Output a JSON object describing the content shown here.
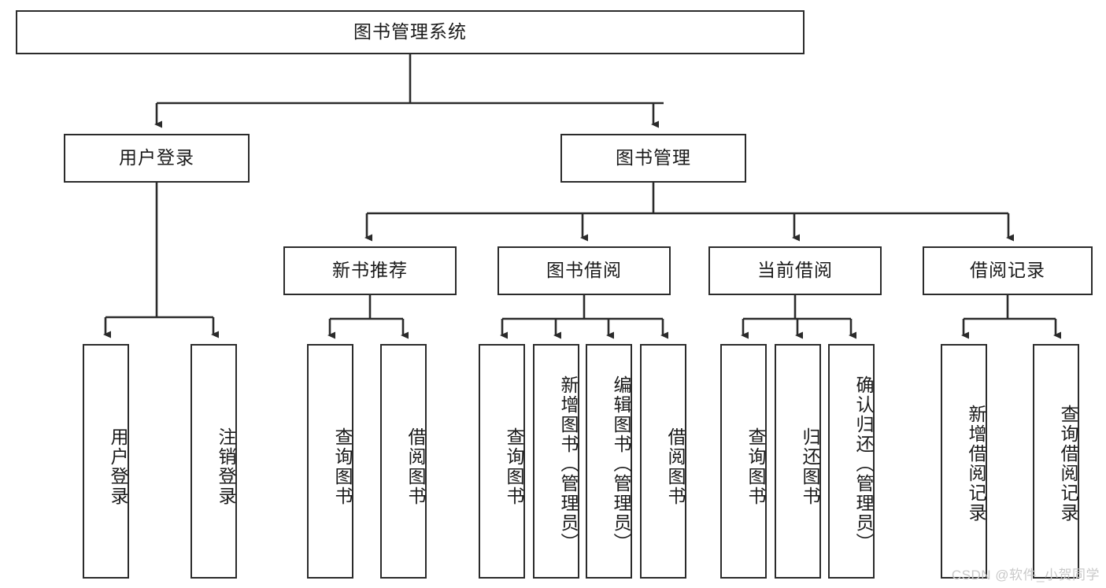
{
  "diagram": {
    "title": "图书管理系统",
    "type": "hierarchy-tree",
    "watermark": "CSDN @软件_小贺同学",
    "colors": {
      "box_border": "#2b2b2b",
      "box_fill": "#ffffff",
      "connector": "#2b2b2b",
      "text": "#1a1a1a",
      "watermark": "#c9c9c9"
    },
    "nodes": {
      "root": {
        "label": "图书管理系统",
        "level": 0,
        "orientation": "horizontal"
      },
      "l1": [
        {
          "id": "user-login",
          "label": "用户登录",
          "orientation": "horizontal"
        },
        {
          "id": "book-management",
          "label": "图书管理",
          "orientation": "horizontal"
        }
      ],
      "l2": [
        {
          "id": "new-book-recommend",
          "label": "新书推荐",
          "orientation": "horizontal"
        },
        {
          "id": "book-borrow",
          "label": "图书借阅",
          "orientation": "horizontal"
        },
        {
          "id": "current-borrow",
          "label": "当前借阅",
          "orientation": "horizontal"
        },
        {
          "id": "borrow-record",
          "label": "借阅记录",
          "orientation": "horizontal"
        }
      ],
      "leaves": [
        {
          "id": "leaf-user-login",
          "label": "用户登录",
          "parent": "user-login",
          "orientation": "vertical"
        },
        {
          "id": "leaf-logout-login",
          "label": "注销登录",
          "parent": "user-login",
          "orientation": "vertical"
        },
        {
          "id": "leaf-query-book-1",
          "label": "查询图书",
          "parent": "new-book-recommend",
          "orientation": "vertical"
        },
        {
          "id": "leaf-borrow-book-1",
          "label": "借阅图书",
          "parent": "new-book-recommend",
          "orientation": "vertical"
        },
        {
          "id": "leaf-query-book-2",
          "label": "查询图书",
          "parent": "book-borrow",
          "orientation": "vertical"
        },
        {
          "id": "leaf-add-book-admin",
          "label": "新增图书（管理员）",
          "parent": "book-borrow",
          "orientation": "vertical"
        },
        {
          "id": "leaf-edit-book-admin",
          "label": "编辑图书（管理员）",
          "parent": "book-borrow",
          "orientation": "vertical"
        },
        {
          "id": "leaf-borrow-book-2",
          "label": "借阅图书",
          "parent": "book-borrow",
          "orientation": "vertical"
        },
        {
          "id": "leaf-query-book-3",
          "label": "查询图书",
          "parent": "current-borrow",
          "orientation": "vertical"
        },
        {
          "id": "leaf-return-book",
          "label": "归还图书",
          "parent": "current-borrow",
          "orientation": "vertical"
        },
        {
          "id": "leaf-confirm-return-admin",
          "label": "确认归还（管理员）",
          "parent": "current-borrow",
          "orientation": "vertical"
        },
        {
          "id": "leaf-add-borrow-record",
          "label": "新增借阅记录",
          "parent": "borrow-record",
          "orientation": "vertical"
        },
        {
          "id": "leaf-query-borrow-record",
          "label": "查询借阅记录",
          "parent": "borrow-record",
          "orientation": "vertical"
        }
      ]
    }
  }
}
